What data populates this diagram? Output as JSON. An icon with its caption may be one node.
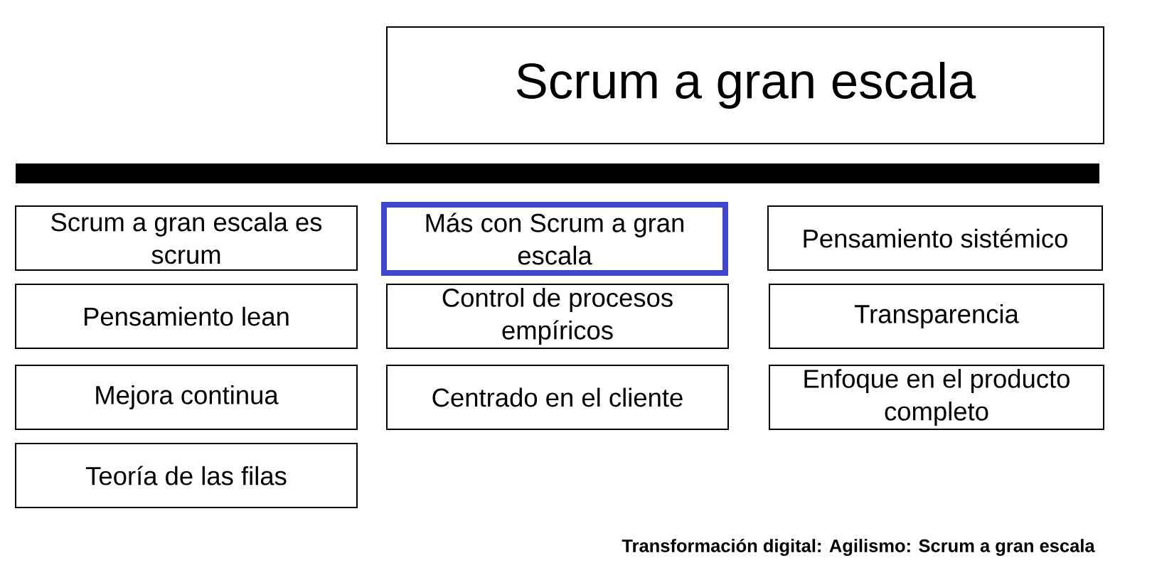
{
  "diagram": {
    "title": "Scrum a gran escala",
    "caption": "Transformación digital: Agilismo: Scrum a gran escala",
    "nodes": [
      {
        "text": [],
        "shape": "bar"
      },
      {
        "text": [
          "Scrum a gran escala es scrum"
        ]
      },
      {
        "text": [
          "Más con Scrum a gran escala"
        ]
      },
      {
        "text": [
          "Pensamiento sistémico"
        ]
      },
      {
        "text": [
          "Pensamiento lean"
        ]
      },
      {
        "text": [
          "Control de procesos empíricos"
        ]
      },
      {
        "text": [
          "Transparencia"
        ]
      },
      {
        "text": [
          "Mejora continua"
        ]
      },
      {
        "text": [
          "Centrado en el cliente"
        ]
      },
      {
        "text": [
          "Enfoque en el producto completo"
        ]
      },
      {
        "text": [
          "Teoría de las filas"
        ]
      }
    ]
  }
}
